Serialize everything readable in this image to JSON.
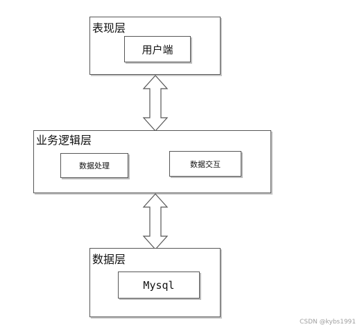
{
  "layers": {
    "presentation": {
      "title": "表现层",
      "component": "用户端"
    },
    "business": {
      "title": "业务逻辑层",
      "components": [
        "数据处理",
        "数据交互"
      ]
    },
    "data": {
      "title": "数据层",
      "component": "Mysql"
    }
  },
  "watermark": "CSDN @kybs1991",
  "colors": {
    "border": "#555555",
    "shadow": "#c8c8c8",
    "watermark": "#9e9e9e"
  },
  "icons": [
    "double-arrow-icon",
    "double-arrow-icon"
  ]
}
